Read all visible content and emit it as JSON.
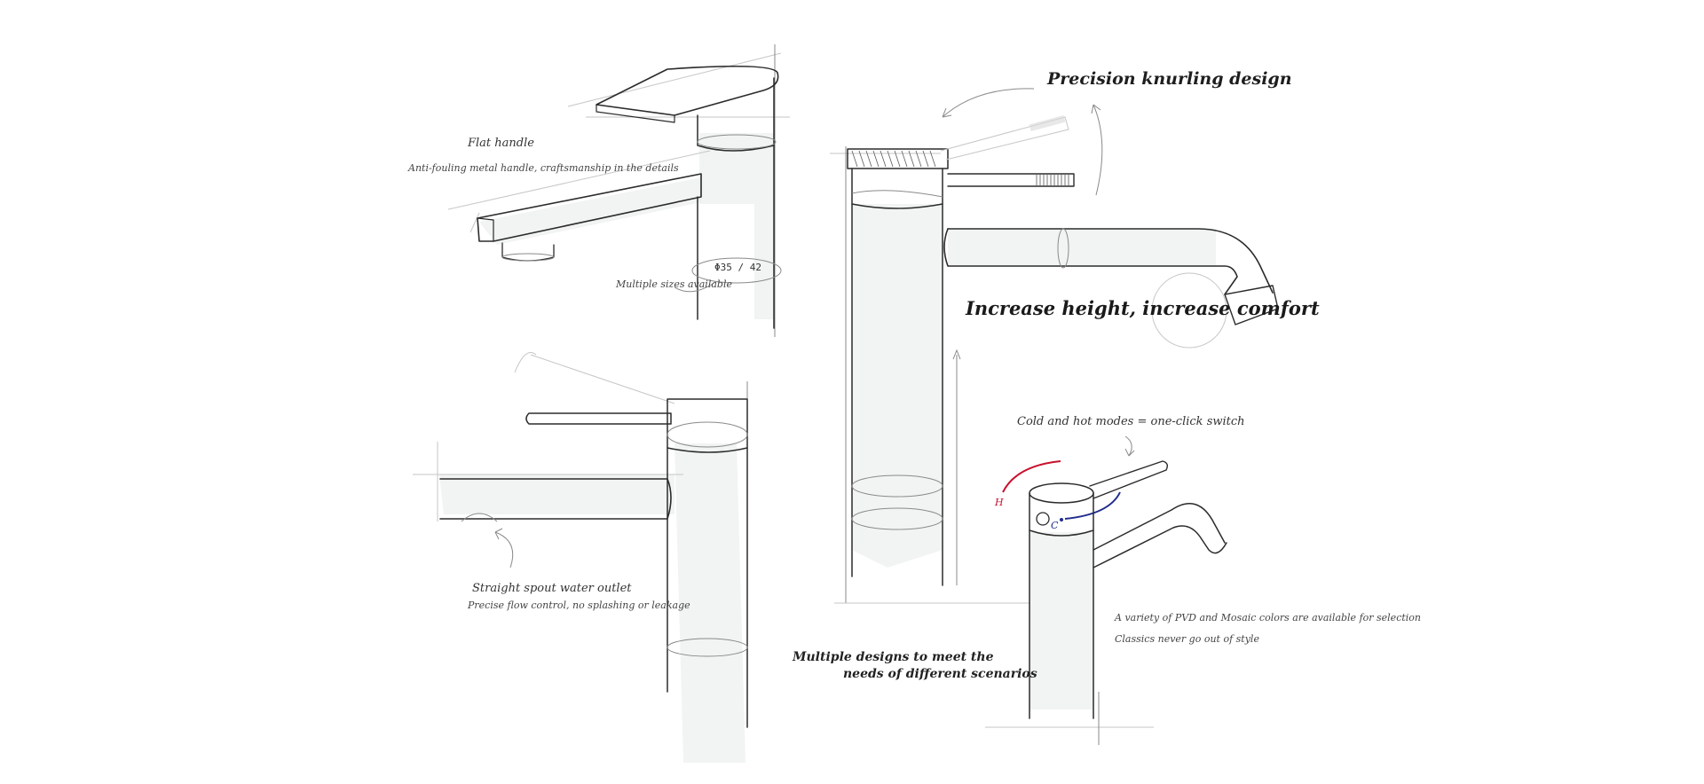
{
  "annotations": {
    "flat_handle_title": "Flat handle",
    "flat_handle_desc": "Anti-fouling metal handle, craftsmanship in the details",
    "sizes_note": "Multiple sizes available",
    "diameter_label": "Φ35 / 42",
    "knurling_title": "Precision knurling design",
    "height_title": "Increase height, increase comfort",
    "switch_note": "Cold and hot modes = one-click switch",
    "hot_marker": "H",
    "cold_marker": "C",
    "spout_title": "Straight spout water outlet",
    "spout_desc": "Precise flow control, no splashing or leakage",
    "designs_line1": "Multiple designs to meet the",
    "designs_line2": "needs of different scenarios",
    "finish_line1": "A variety of PVD and Mosaic colors are available for selection",
    "finish_line2": "Classics never go out of style"
  },
  "colors": {
    "ink": "#2b2b2b",
    "wash": "#e6ebe9",
    "hot": "#c8102e",
    "cold": "#1f2d8c"
  }
}
